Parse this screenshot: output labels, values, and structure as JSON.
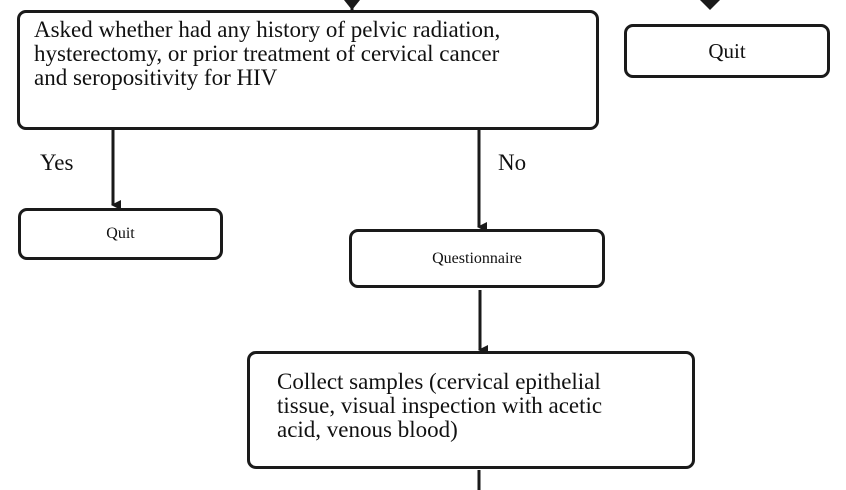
{
  "flowchart": {
    "screening_question": "Asked whether had any history of pelvic radiation,\nhysterectomy, or prior treatment of cervical cancer\nand seropositivity for HIV",
    "quit_top_right": "Quit",
    "branch_yes": "Yes",
    "branch_no": "No",
    "quit_yes": "Quit",
    "questionnaire": "Questionnaire",
    "collect_samples": "Collect samples (cervical epithelial\ntissue, visual inspection with acetic\nacid, venous blood)"
  }
}
